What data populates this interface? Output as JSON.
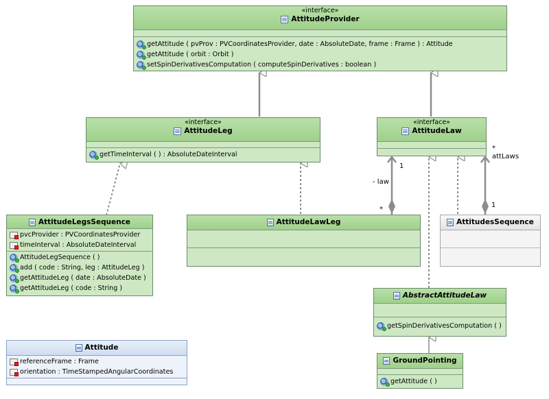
{
  "classes": {
    "attitude_provider": {
      "stereotype": "«interface»",
      "name": "AttitudeProvider",
      "operations": [
        "getAttitude ( pvProv : PVCoordinatesProvider, date : AbsoluteDate, frame : Frame ) : Attitude",
        "getAttitude ( orbit : Orbit )",
        "setSpinDerivativesComputation ( computeSpinDerivatives : boolean )"
      ]
    },
    "attitude_leg": {
      "stereotype": "«interface»",
      "name": "AttitudeLeg",
      "operations": [
        "getTimeInterval ( ) : AbsoluteDateInterval"
      ]
    },
    "attitude_law": {
      "stereotype": "«interface»",
      "name": "AttitudeLaw"
    },
    "attitude_legs_sequence": {
      "name": "AttitudeLegsSequence",
      "attributes": [
        "pvcProvider : PVCoordinatesProvider",
        "timeInterval : AbsoluteDateInterval"
      ],
      "operations": [
        "AttitudeLegSequence ( )",
        "add ( code : String, leg : AttitudeLeg )",
        "getAttitudeLeg ( date : AbsoluteDate )",
        "getAttitudeLeg ( code : String )"
      ]
    },
    "attitude_law_leg": {
      "name": "AttitudeLawLeg"
    },
    "attitudes_sequence": {
      "name": "AttitudesSequence"
    },
    "abstract_attitude_law": {
      "name": "AbstractAttitudeLaw",
      "operations": [
        "getSpinDerivativesComputation ( )"
      ]
    },
    "ground_pointing": {
      "name": "GroundPointing",
      "operations": [
        "getAttitude ( )"
      ]
    },
    "attitude": {
      "name": "Attitude",
      "attributes": [
        "referenceFrame : Frame",
        "orientation : TimeStampedAngularCoordinates"
      ]
    }
  },
  "associations": {
    "law_role": "- law",
    "law_mult_top": "1",
    "law_mult_bottom": "*",
    "attlaws_mult": "*",
    "attlaws_role": "attLaws",
    "seq_mult": "1"
  },
  "colors": {
    "interface_fill": "#b9e0a8",
    "class_fill": "#cfe8c4",
    "data_class_fill": "#cfdcf0",
    "link": "#8c8c8c"
  }
}
